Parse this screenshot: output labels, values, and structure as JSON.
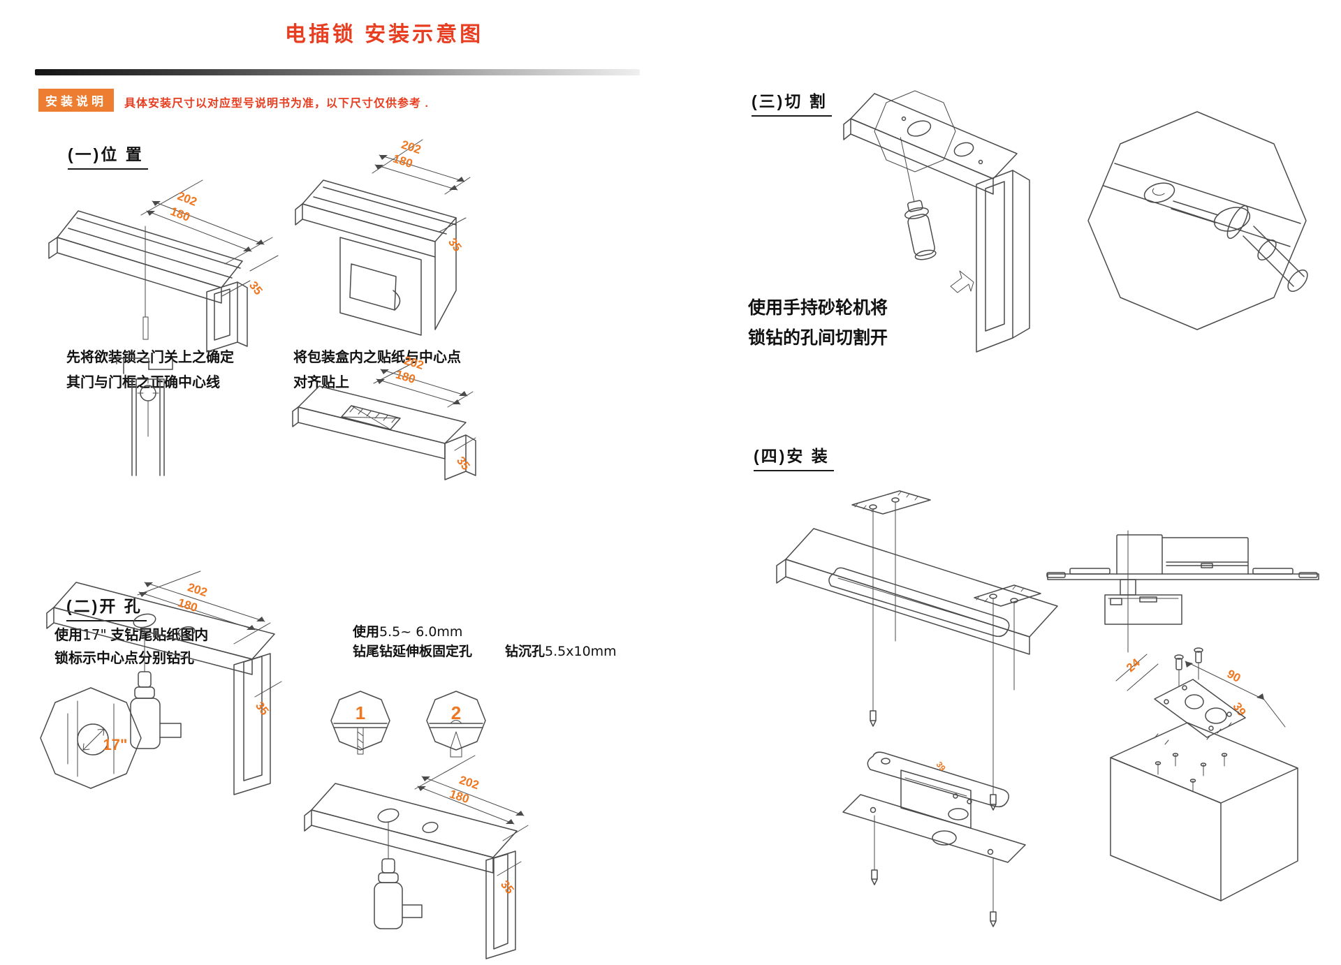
{
  "header": {
    "title": "电插锁 安装示意图",
    "badge": "安装说明",
    "note": "具体安装尺寸以对应型号说明书为准，以下尺寸仅供参考 ."
  },
  "sections": {
    "s1": {
      "heading": "(一)位 置",
      "caption_a1": "先将欲装锁之门关上之确定",
      "caption_a2": "其门与门框之正确中心线",
      "caption_b1": "将包装盒内之贴纸与中心点",
      "caption_b2": "对齐贴上"
    },
    "s2": {
      "heading": "(二)开 孔",
      "cap1_pre": "使用",
      "cap1_num": "17\"",
      "cap1_rest": " 支钻尾贴纸图内",
      "cap1_l2": "锁标示中心点分别钻孔",
      "cap2_pre": "使用",
      "cap2_num": "5.5~ 6.0mm",
      "cap2_l2": "钻尾钻延伸板固定孔",
      "cap3_pre": "钻沉孔",
      "cap3_num": "5.5x10mm"
    },
    "s3": {
      "heading": "(三)切 割",
      "cap_l1": "使用手持砂轮机将",
      "cap_l2": "锁钻的孔间切割开"
    },
    "s4": {
      "heading": "(四)安 装"
    }
  },
  "dims": {
    "d1": {
      "outer": "202",
      "inner": "180",
      "depth": "35"
    },
    "d2": {
      "outer": "202",
      "inner": "180",
      "depth": "35"
    },
    "d4": {
      "outer": "202",
      "inner": "180",
      "depth": "35"
    },
    "d5": {
      "outer": "202",
      "inner": "180",
      "depth": "35",
      "bit": "17\""
    },
    "d6": {
      "outer": "202",
      "inner": "180",
      "depth": "35",
      "b1": "1",
      "b2": "2"
    },
    "d9": {
      "note": "39"
    },
    "d11": {
      "a": "24",
      "b": "90",
      "c": "39"
    }
  },
  "colors": {
    "title_red": "#E73D20",
    "badge_orange": "#ED7D31",
    "dim_orange": "#EE7720",
    "line_gray": "#4A4A4A"
  }
}
